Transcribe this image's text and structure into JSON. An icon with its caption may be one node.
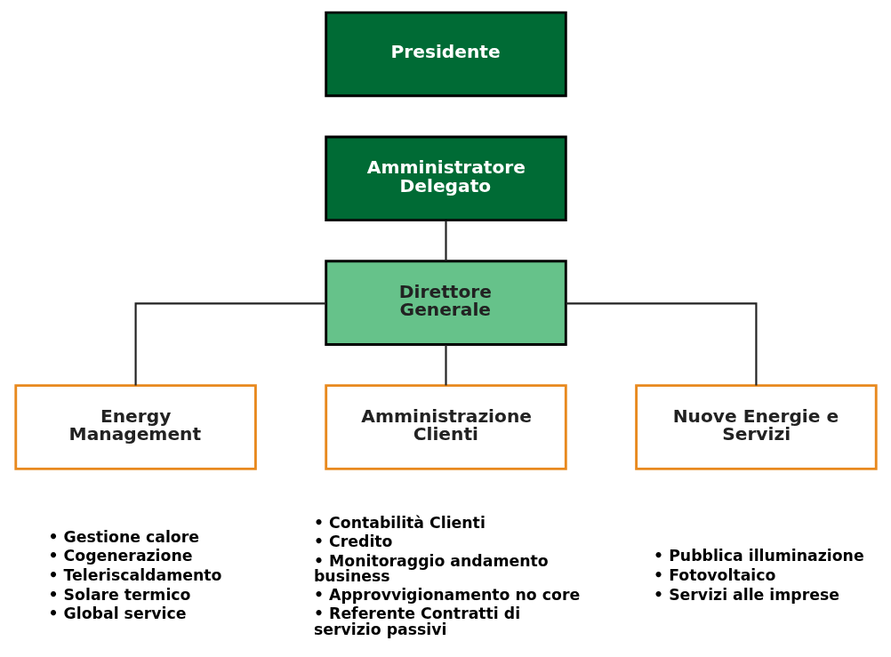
{
  "diagram": {
    "nodes": [
      {
        "text": [
          "Presidente"
        ]
      },
      {
        "text": [
          "Amministratore Delegato"
        ]
      },
      {
        "text": [
          "Direttore Generale"
        ]
      },
      {
        "text": [
          "Energy Management"
        ],
        "beside": [
          "• Gestione calore",
          "• Cogenerazione",
          "• Teleriscaldamento",
          "• Solare termico",
          "• Global service"
        ]
      },
      {
        "text": [
          "Amministrazione Clienti"
        ],
        "beside": [
          "• Contabilità Clienti",
          "• Credito",
          "• Monitoraggio andamento business",
          "• Approvvigionamento no core",
          "• Referente Contratti di servizio passivi"
        ]
      },
      {
        "text": [
          "Nuove Energie e Servizi"
        ],
        "beside": [
          "• Pubblica illuminazione",
          "• Fotovoltaico",
          "• Servizi alle imprese"
        ]
      }
    ],
    "edges": [
      {
        "from": 1,
        "to": 2,
        "arrow": "none"
      },
      {
        "from": 2,
        "to": 3,
        "arrow": "none"
      },
      {
        "from": 2,
        "to": 4,
        "arrow": "none"
      },
      {
        "from": 2,
        "to": 5,
        "arrow": "none"
      }
    ]
  }
}
